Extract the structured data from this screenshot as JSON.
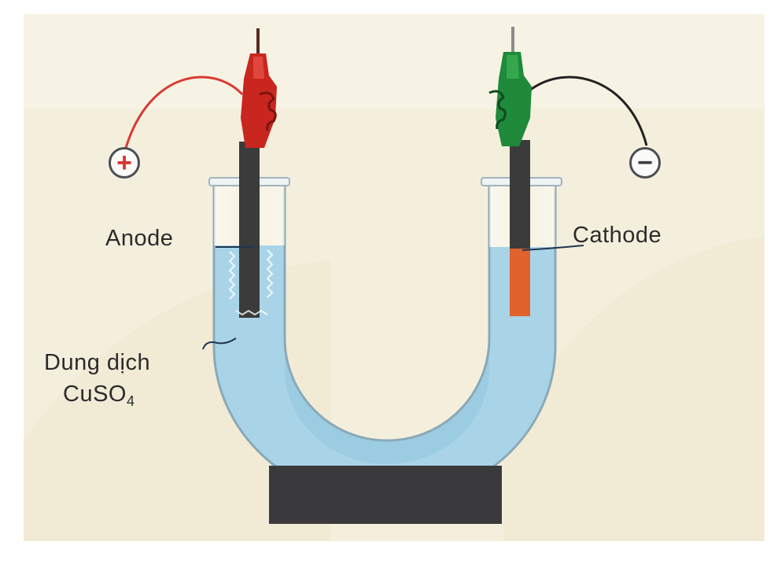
{
  "labels": {
    "anode": "Anode",
    "cathode": "Cathode",
    "solution_line1": "Dung dịch",
    "solution_formula": "CuSO",
    "solution_subscript": "4"
  },
  "terminals": {
    "positive": "+",
    "negative": "−"
  },
  "colors": {
    "background": "#f4efdc",
    "solution": "#a9d4e8",
    "anode_clip": "#c8261f",
    "cathode_clip": "#1f8a3a",
    "positive_wire": "#d83a33",
    "negative_wire": "#222222",
    "electrode": "#3b3b3b",
    "copper_deposit": "#e0622d",
    "stand": "#3a3a3c"
  }
}
